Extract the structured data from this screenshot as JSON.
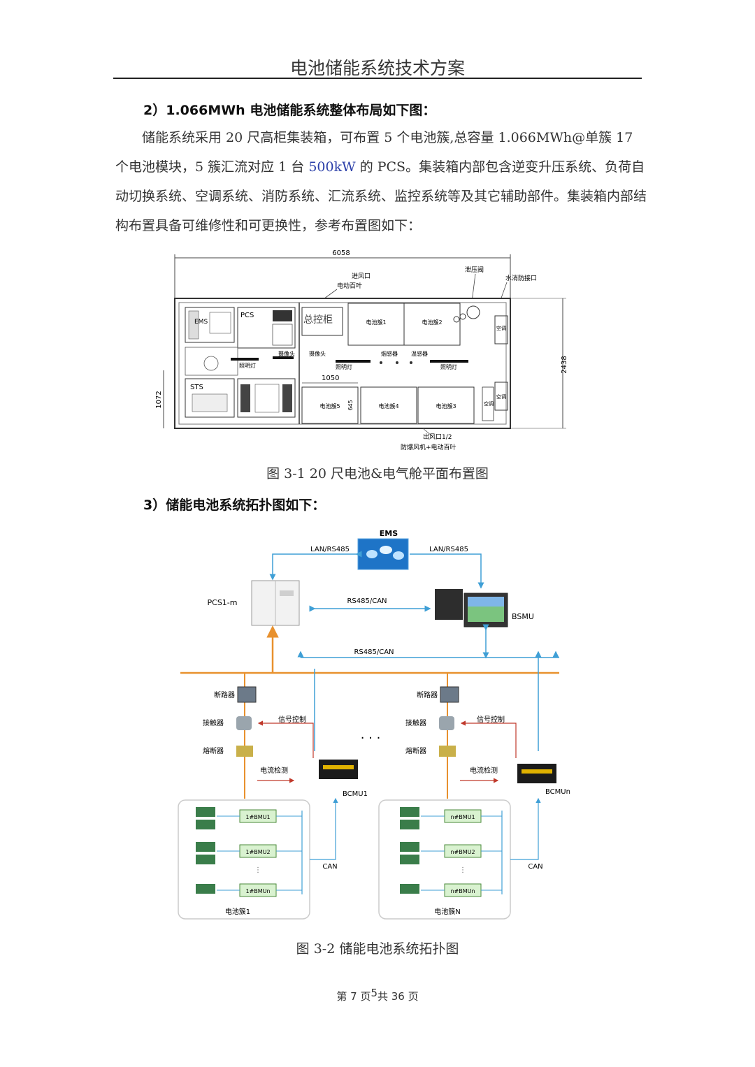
{
  "header": {
    "title": "电池储能系统技术方案"
  },
  "section2": {
    "heading": "2）1.066MWh 电池储能系统整体布局如下图：",
    "p_part1": "储能系统采用 20 尺高柜集装箱，可布置 5 个电池簇,总容量 1.066MWh@单簇 17 个电池模块，5 簇汇流对应 1 台 ",
    "p_highlight": "500kW",
    "p_part2": " 的 PCS。集装箱内部包含逆变升压系统、负荷自动切换系统、空调系统、消防系统、汇流系统、监控系统等及其它辅助部件。集装箱内部结构布置具备可维修性和可更换性，参考布置图如下："
  },
  "figure1": {
    "caption": "图 3-1 20 尺电池&电气舱平面布置图",
    "dims": {
      "length": "6058",
      "width": "2438",
      "left": "1072",
      "inner": "1050",
      "rack": "645"
    },
    "labels": {
      "inlet": "进风口",
      "inlet_sub": "电动百叶",
      "relief": "泄压阀",
      "fire_port": "水消防接口",
      "pcs": "PCS",
      "ems": "EMS",
      "sts": "STS",
      "control": "总控柜",
      "cluster1": "电池簇1",
      "cluster2": "电池簇2",
      "cluster3": "电池簇3",
      "cluster4": "电池簇4",
      "cluster5": "电池簇5",
      "camera1": "摄像头",
      "camera2": "摄像头",
      "sensor1": "烟感器",
      "sensor2": "温感器",
      "light1": "照明灯",
      "light2": "照明灯",
      "light3": "照明灯",
      "ac1": "空调",
      "ac2": "空调",
      "ac3": "空调",
      "outlet": "出风口1/2",
      "outlet_sub": "防爆风机+电动百叶"
    }
  },
  "section3": {
    "heading": "3）储能电池系统拓扑图如下："
  },
  "figure2": {
    "caption": "图 3-2 储能电池系统拓扑图",
    "labels": {
      "ems": "EMS",
      "lan_left": "LAN/RS485",
      "lan_right": "LAN/RS485",
      "pcs": "PCS1-m",
      "rs485_top": "RS485/CAN",
      "bsmu": "BSMU",
      "rs485_bus": "RS485/CAN",
      "breaker": "断路器",
      "contactor": "接触器",
      "fuse": "熔断器",
      "signal": "信号控制",
      "current": "电流检测",
      "bcmu1": "BCMU1",
      "bcmun": "BCMUn",
      "can": "CAN",
      "dots": "· · ·",
      "cluster1": "电池簇1",
      "clusterN": "电池簇N",
      "bmu": [
        "1#BMU1",
        "1#BMU2",
        "1#BMUn",
        "n#BMU1",
        "n#BMU2",
        "n#BMUn"
      ]
    }
  },
  "footer": {
    "page": "第 7 页",
    "overlay": "5",
    "total": "共 36 页"
  }
}
